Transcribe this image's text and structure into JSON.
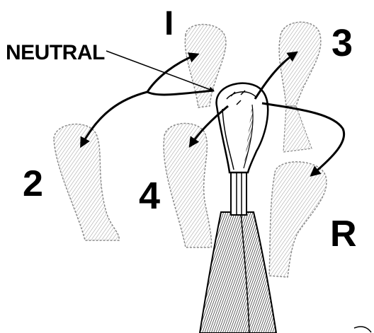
{
  "labels": {
    "neutral": "NEUTRAL",
    "gear_1": "I",
    "gear_2": "2",
    "gear_3": "3",
    "gear_4": "4",
    "reverse": "R"
  },
  "colors": {
    "ink": "#000000",
    "ghost_outline": "#8a8a8a",
    "background": "#ffffff"
  }
}
